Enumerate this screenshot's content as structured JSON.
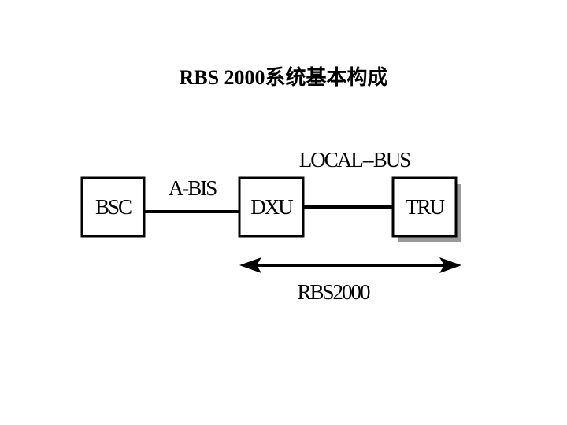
{
  "title": "RBS 2000系统基本构成",
  "nodes": {
    "bsc": "BSC",
    "dxu": "DXU",
    "tru": "TRU"
  },
  "links": {
    "abis": "A-BIS",
    "local_bus": "LOCAL--BUS"
  },
  "span_label": "RBS2000",
  "colors": {
    "line": "#000000",
    "shadow": "#9a9a9a",
    "background": "#ffffff"
  }
}
